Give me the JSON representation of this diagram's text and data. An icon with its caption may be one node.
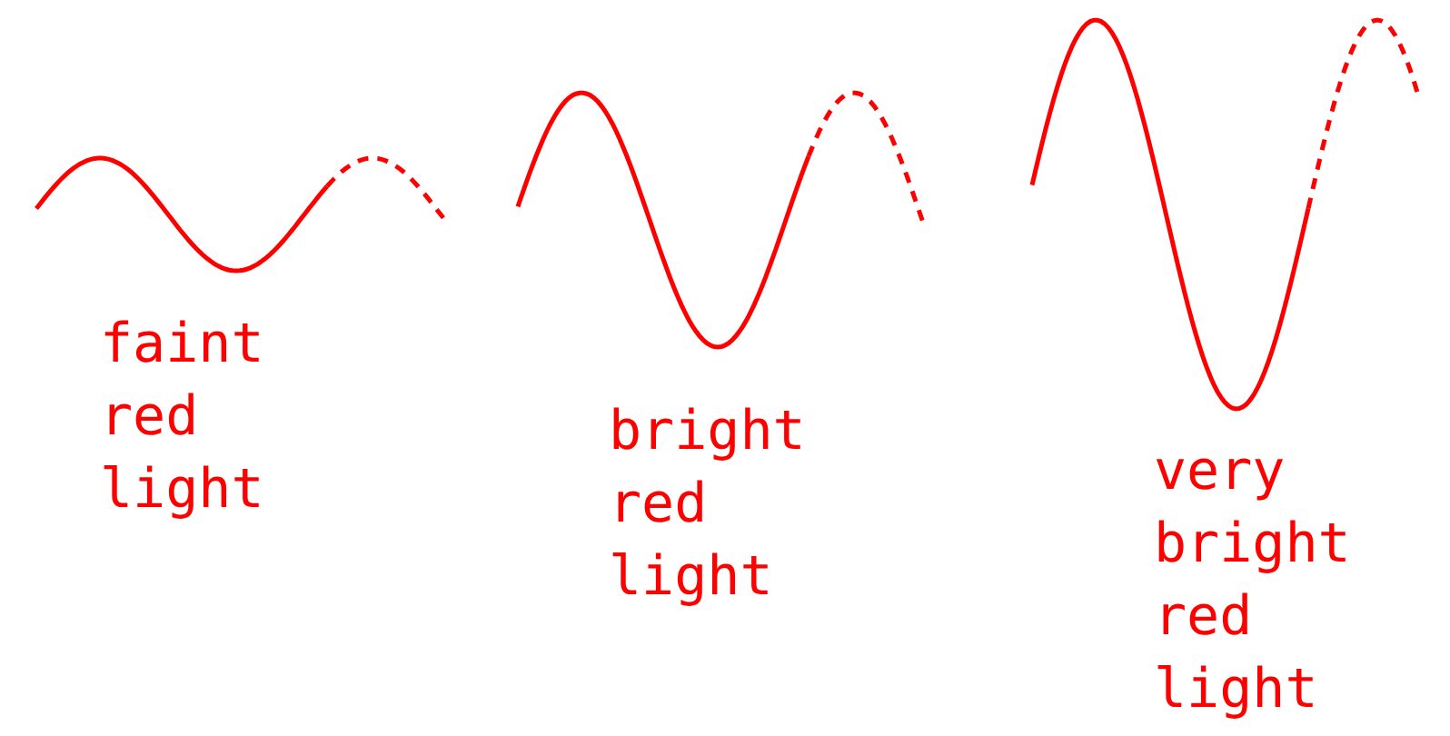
{
  "diagram": {
    "labels": [
      "faint red light",
      "bright red light",
      "very bright red light"
    ]
  }
}
